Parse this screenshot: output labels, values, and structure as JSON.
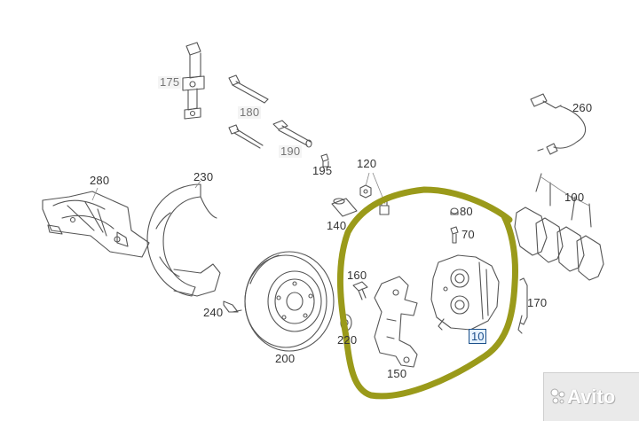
{
  "diagram": {
    "labels": {
      "p175": "175",
      "p180": "180",
      "p190": "190",
      "p195": "195",
      "p120": "120",
      "p260": "260",
      "p280": "280",
      "p230": "230",
      "p140": "140",
      "p80": "80",
      "p70": "70",
      "p100": "100",
      "p160": "160",
      "p170": "170",
      "p240": "240",
      "p220": "220",
      "p10": "10",
      "p200": "200",
      "p150": "150"
    },
    "highlight_color": "#9a9a1a",
    "selected_label_color": "#1a4f8a"
  },
  "watermark": {
    "text": "Avito"
  }
}
